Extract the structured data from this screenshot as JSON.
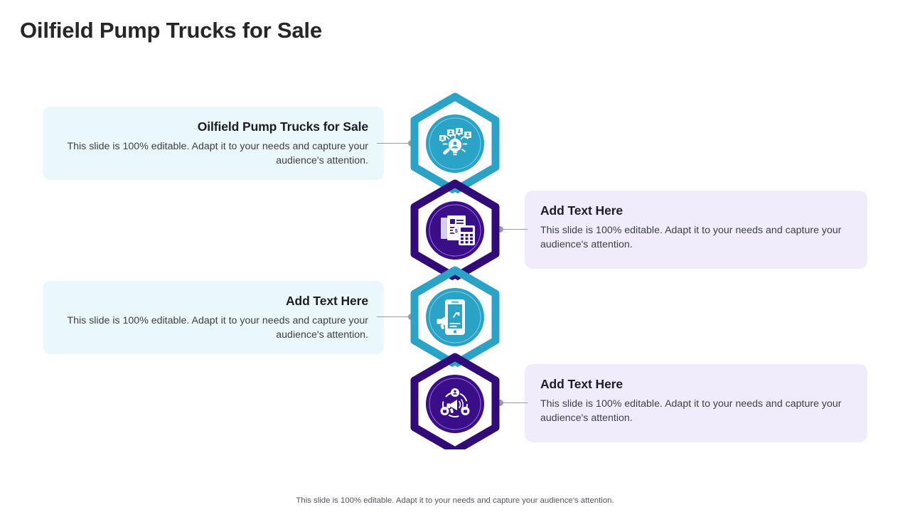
{
  "slide": {
    "title": "Oilfield Pump Trucks for Sale",
    "footer_note": "This slide is 100% editable. Adapt it to your needs and capture your audience's attention."
  },
  "body_text": "This slide is 100% editable. Adapt it to your needs and capture your audience's attention.",
  "items": [
    {
      "heading": "Oilfield Pump Trucks for Sale",
      "body": "This slide is 100% editable. Adapt it to your needs and capture your audience's attention.",
      "side": "left",
      "accent": "#2BA3C7",
      "card_background": "#EAF7FB",
      "icon": "idea-people-lightbulb-icon"
    },
    {
      "heading": "Add Text Here",
      "body": "This slide is 100% editable. Adapt it to your needs and capture your audience's attention.",
      "side": "right",
      "accent": "#310C78",
      "card_background": "#F1ECFB",
      "icon": "document-calculator-icon"
    },
    {
      "heading": "Add Text Here",
      "body": "This slide is 100% editable. Adapt it to your needs and capture your audience's attention.",
      "side": "left",
      "accent": "#2BA3C7",
      "card_background": "#EAF7FB",
      "icon": "mobile-megaphone-icon"
    },
    {
      "heading": "Add Text Here",
      "body": "This slide is 100% editable. Adapt it to your needs and capture your audience's attention.",
      "side": "right",
      "accent": "#310C78",
      "card_background": "#F1ECFB",
      "icon": "megaphone-network-icon"
    }
  ],
  "colors": {
    "cyan": "#2BA3C7",
    "purple": "#310C78",
    "cyan_fill": "#2BA3C7",
    "purple_fill": "#3A0E88",
    "card_cyan": "#EAF7FB",
    "card_purple": "#F1ECFB",
    "title_text": "#262626",
    "body_text": "#3f3f46",
    "connector": "#9a9aa2"
  }
}
